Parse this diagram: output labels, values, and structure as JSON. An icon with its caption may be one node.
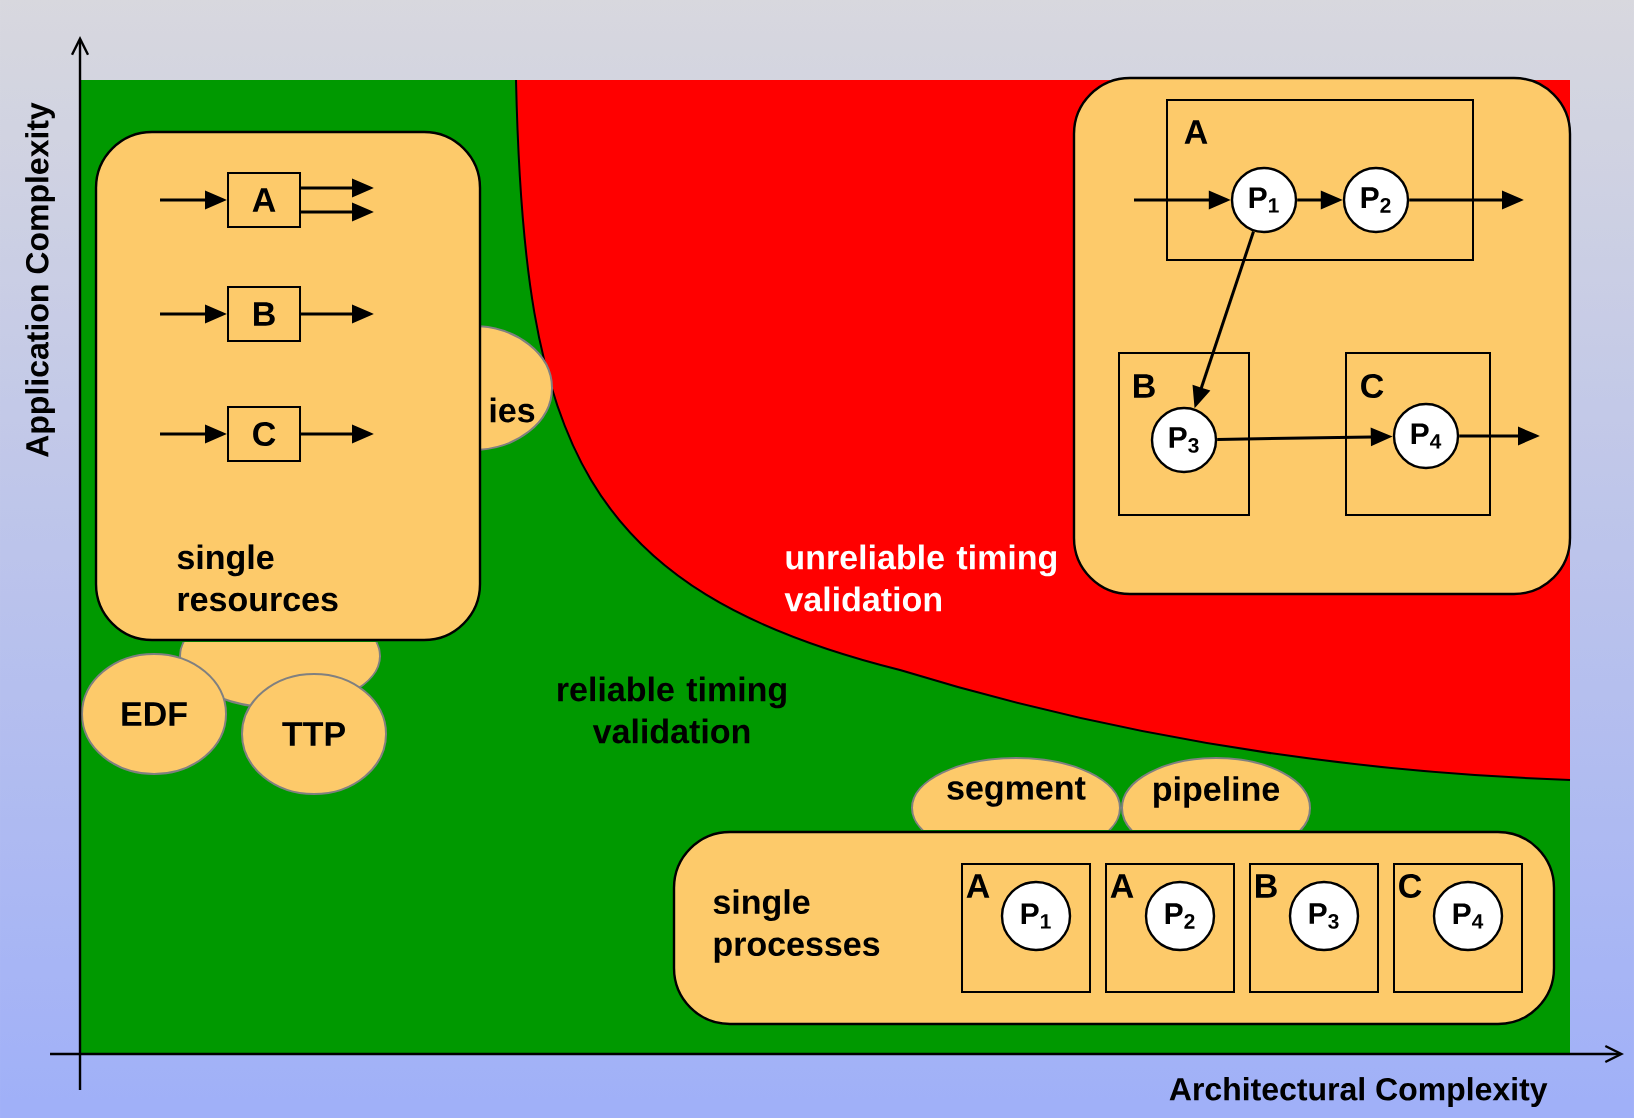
{
  "diagram": {
    "nodes": [
      {
        "text": [
          "single resources"
        ]
      },
      {
        "text": [
          "A"
        ],
        "in": 0
      },
      {
        "text": [
          "B"
        ],
        "in": 0
      },
      {
        "text": [
          "C"
        ],
        "in": 0
      },
      {
        "text": [
          "ies"
        ]
      },
      {
        "text": [
          "EDF"
        ]
      },
      {
        "text": [
          "TTP"
        ]
      },
      {
        "text": [],
        "shape": "box"
      },
      {
        "text": [
          "A"
        ],
        "in": 7
      },
      {
        "text": [
          "P$_{1}$"
        ],
        "in": 8
      },
      {
        "text": [
          "P$_{2}$"
        ],
        "in": 8
      },
      {
        "text": [
          "B"
        ],
        "in": 7
      },
      {
        "text": [
          "P$_{3}$"
        ],
        "in": 11
      },
      {
        "text": [
          "C"
        ],
        "in": 7
      },
      {
        "text": [
          "P$_{4}$"
        ],
        "in": 13
      },
      {
        "text": [
          "segment"
        ]
      },
      {
        "text": [
          "pipeline"
        ]
      },
      {
        "text": [
          "single processes"
        ]
      },
      {
        "text": [
          "A"
        ],
        "in": 17
      },
      {
        "text": [
          "P$_{1}$"
        ],
        "in": 18
      },
      {
        "text": [
          "A"
        ],
        "in": 17
      },
      {
        "text": [
          "P$_{2}$"
        ],
        "in": 20
      },
      {
        "text": [
          "B"
        ],
        "in": 17
      },
      {
        "text": [
          "P$_{3}$"
        ],
        "in": 22
      },
      {
        "text": [
          "C"
        ],
        "in": 17
      },
      {
        "text": [
          "P$_{4}$"
        ],
        "in": 24
      },
      {
        "text": [],
        "shape": "ellipse"
      }
    ],
    "edges": [
      {
        "from": null,
        "to": 1,
        "arrow": "to"
      },
      {
        "from": 1,
        "to": null,
        "arrow": "to"
      },
      {
        "from": 1,
        "to": null,
        "arrow": "to"
      },
      {
        "from": null,
        "to": 2,
        "arrow": "to"
      },
      {
        "from": 2,
        "to": null,
        "arrow": "to"
      },
      {
        "from": null,
        "to": 3,
        "arrow": "to"
      },
      {
        "from": 3,
        "to": null,
        "arrow": "to"
      },
      {
        "from": null,
        "to": 9,
        "arrow": "to"
      },
      {
        "from": 9,
        "to": 10,
        "arrow": "to"
      },
      {
        "from": 10,
        "to": null,
        "arrow": "to"
      },
      {
        "from": 9,
        "to": 12,
        "arrow": "to"
      },
      {
        "from": 12,
        "to": 14,
        "arrow": "to"
      },
      {
        "from": 14,
        "to": null,
        "arrow": "to"
      }
    ],
    "labels": [
      "Application Complexity",
      "unreliable timing validation",
      "reliable timing validation",
      "Architectural Complexity"
    ]
  }
}
